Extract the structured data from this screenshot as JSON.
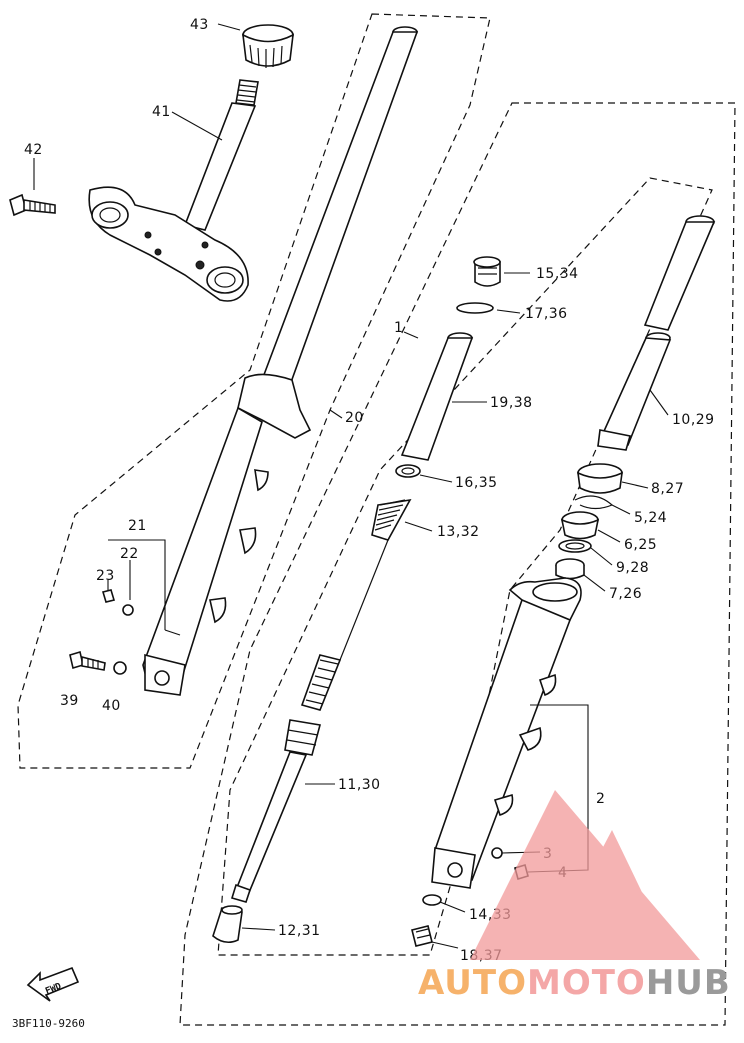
{
  "diagram": {
    "code": "3BF110-9260",
    "fwd": "FWD",
    "labels": {
      "p43": "43",
      "p41": "41",
      "p42": "42",
      "p20": "20",
      "p21": "21",
      "p22": "22",
      "p23": "23",
      "p39": "39",
      "p40": "40",
      "p1": "1",
      "p15": "15,34",
      "p17": "17,36",
      "p19": "19,38",
      "p16": "16,35",
      "p13": "13,32",
      "p11": "11,30",
      "p12": "12,31",
      "p10": "10,29",
      "p8": "8,27",
      "p5": "5,24",
      "p6": "6,25",
      "p9": "9,28",
      "p7": "7,26",
      "p2": "2",
      "p3": "3",
      "p4": "4",
      "p14": "14,33",
      "p18": "18,37"
    }
  },
  "watermark": {
    "auto": "AUTO",
    "moto": "MOTO",
    "hub": "HUB",
    "colors": {
      "auto": "#f6b26b",
      "moto": "#f4a7a7",
      "hub": "#9a9a9a",
      "triangle": "#f19a9a"
    }
  }
}
